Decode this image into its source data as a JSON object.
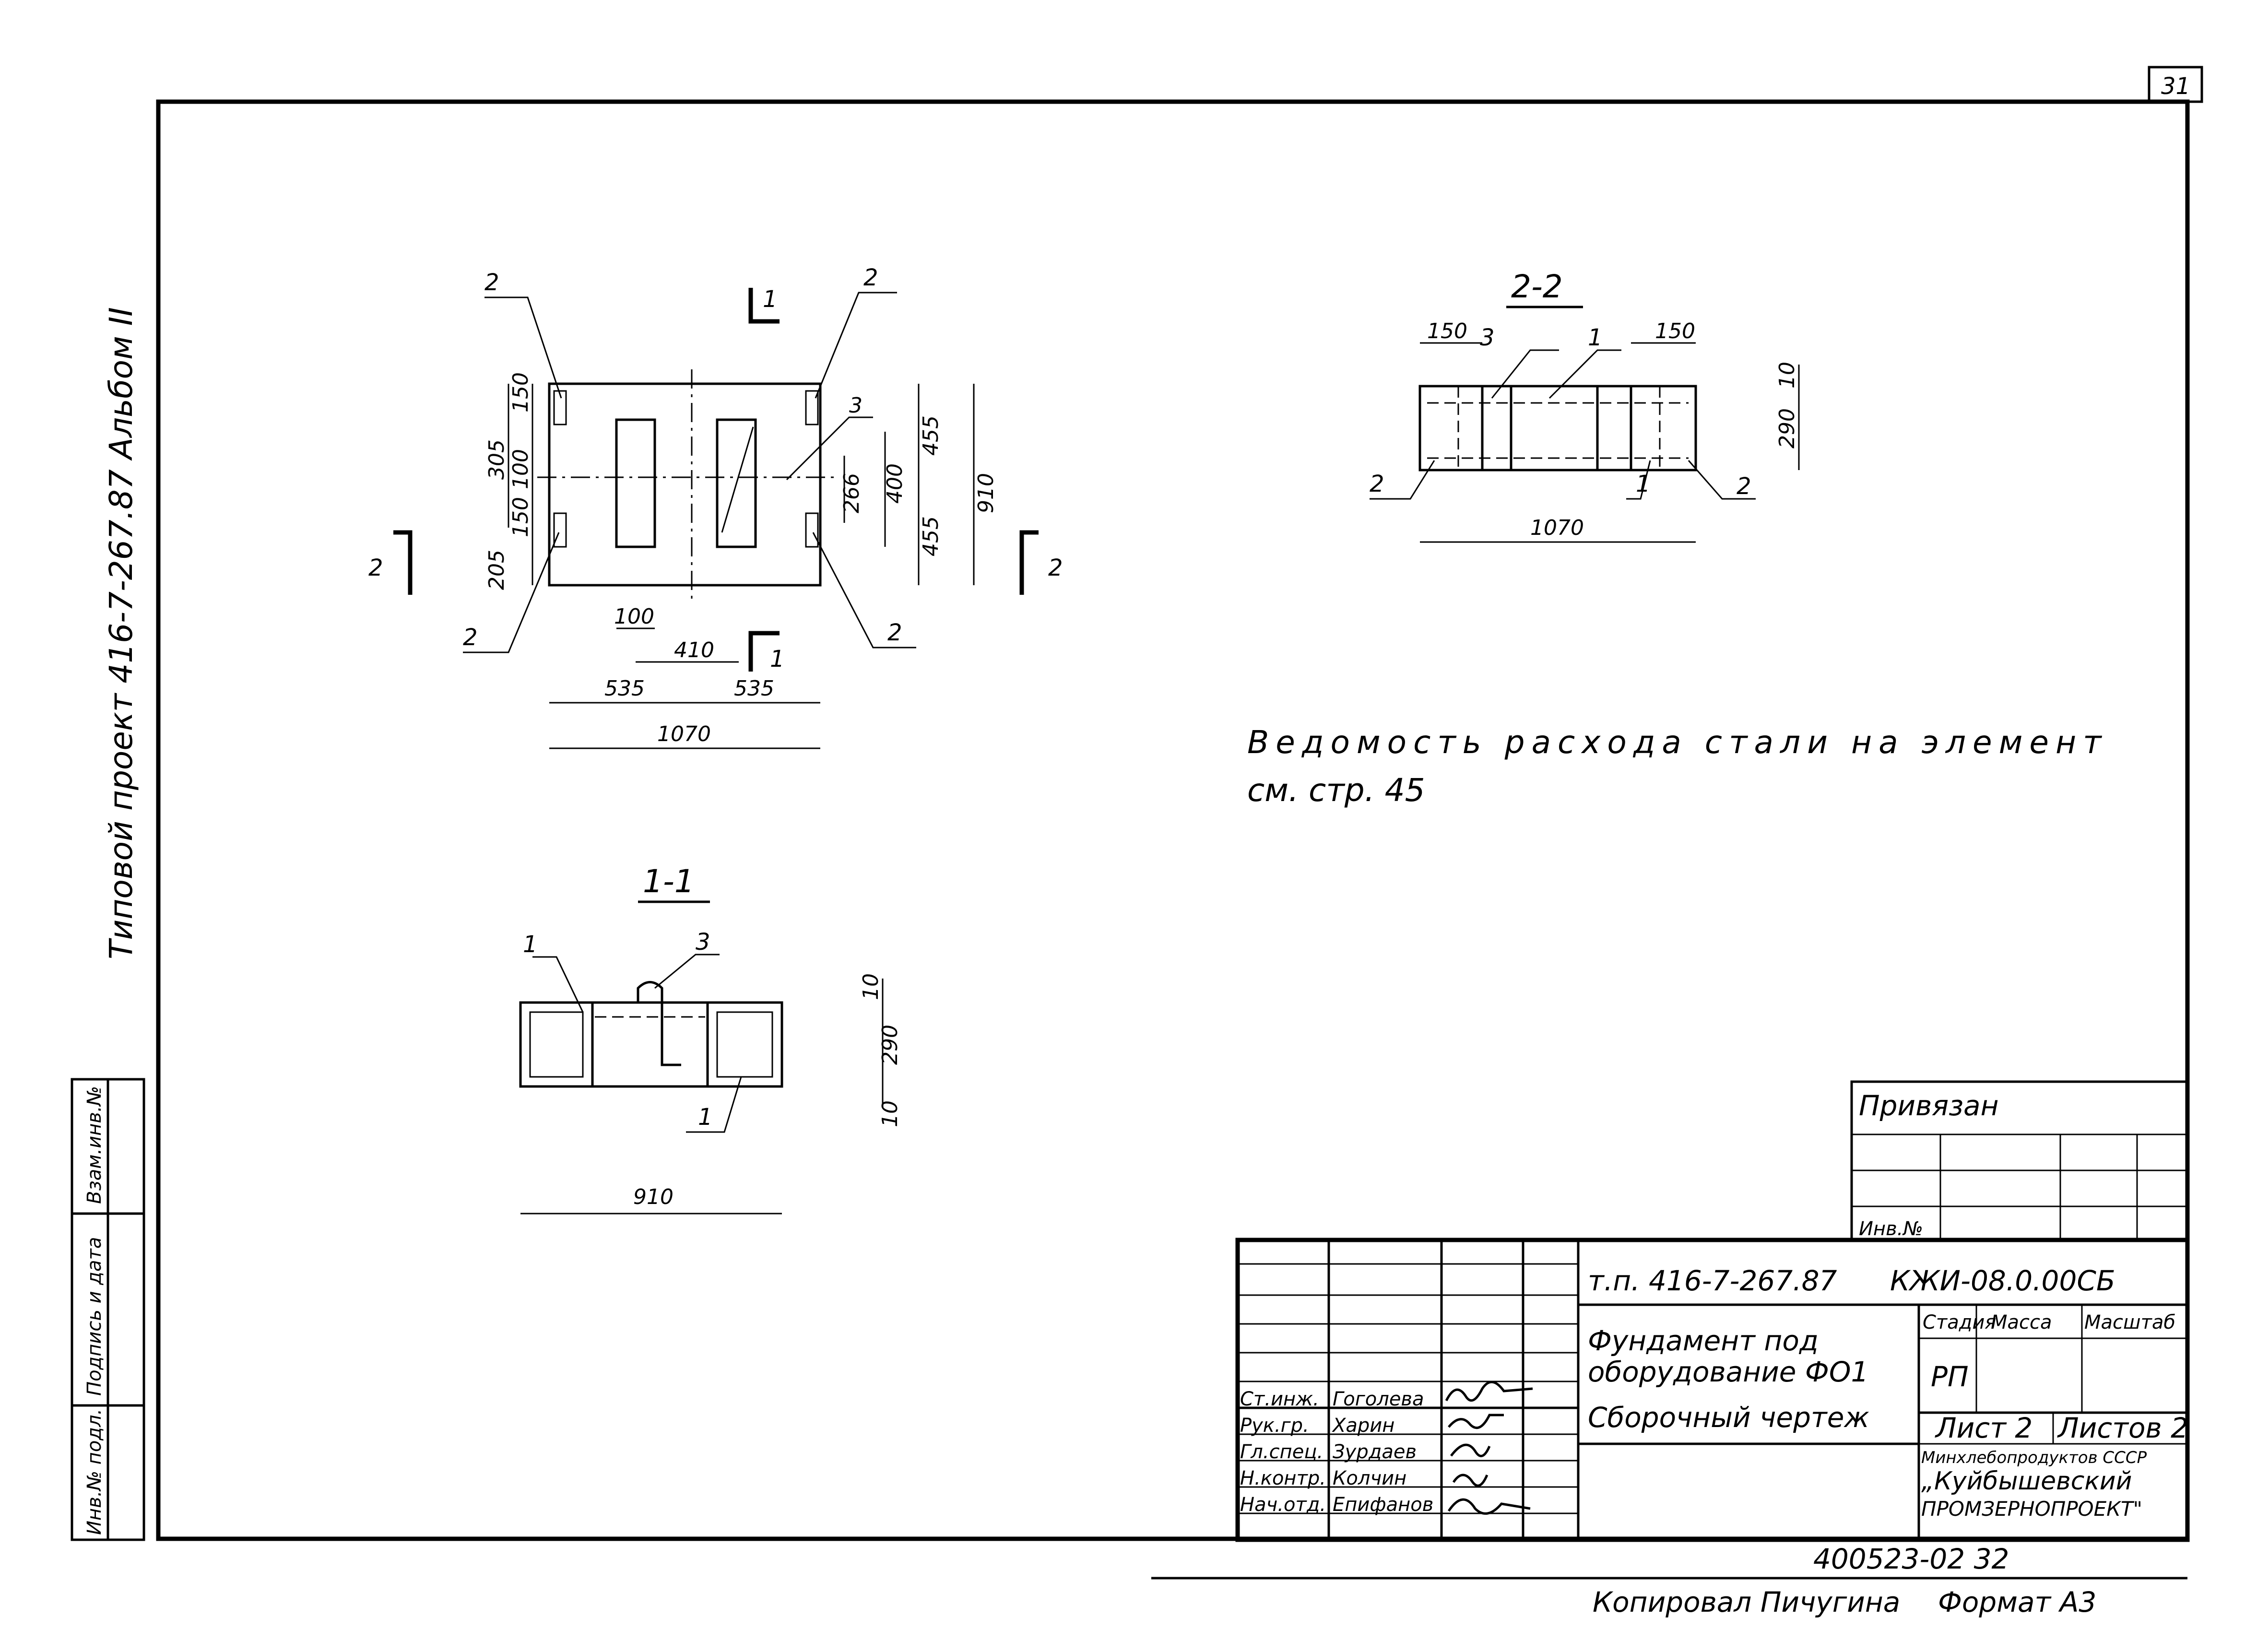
{
  "sheet_number": "31",
  "side_stamp": "Типовой проект 416-7-267.87 Альбом II",
  "left_strip": {
    "cells": [
      "Инв.№ подл.",
      "Подпись и дата",
      "Взам.инв.№"
    ]
  },
  "plan_view": {
    "section_mark": "1",
    "section_mark_side": "2",
    "callouts": [
      "2",
      "2",
      "2",
      "2",
      "3"
    ],
    "dims_left": [
      "150",
      "305",
      "100",
      "150",
      "205"
    ],
    "dims_right": [
      "266",
      "400",
      "455",
      "455",
      "910"
    ],
    "dims_bottom": [
      "100",
      "410",
      "535",
      "535",
      "1070"
    ]
  },
  "section_2_2": {
    "title": "2-2",
    "callouts": [
      "3",
      "1",
      "2",
      "1",
      "2"
    ],
    "dims": [
      "150",
      "150",
      "10",
      "290",
      "1070"
    ]
  },
  "section_1_1": {
    "title": "1-1",
    "callouts": [
      "1",
      "3",
      "1"
    ],
    "dims": [
      "10",
      "290",
      "10",
      "910"
    ]
  },
  "note": {
    "line1": "Ведомость расхода стали на элемент",
    "line2": "см. стр. 45"
  },
  "binding_box": {
    "title": "Привязан",
    "inv": "Инв.№"
  },
  "title_block": {
    "doc_code": "т.п. 416-7-267.87",
    "mark": "КЖИ-08.0.00СБ",
    "title_lines": [
      "Фундамент под",
      "оборудование ФО1",
      "Сборочный чертеж"
    ],
    "stage_header": "Стадия",
    "mass_header": "Масса",
    "scale_header": "Масштаб",
    "stage_value": "РП",
    "sheet_label": "Лист 2",
    "sheets_label": "Листов 2",
    "org_lines": [
      "Минхлебопродуктов СССР",
      "„Куйбышевский",
      "ПРОМЗЕРНОПРОЕКТ\""
    ],
    "roles": [
      {
        "role": "Ст.инж.",
        "name": "Гоголева"
      },
      {
        "role": "Рук.гр.",
        "name": "Харин"
      },
      {
        "role": "Гл.спец.",
        "name": "Зурдаев"
      },
      {
        "role": "Н.контр.",
        "name": "Колчин"
      },
      {
        "role": "Нач.отд.",
        "name": "Епифанов"
      }
    ]
  },
  "footer": {
    "number": "400523-02 32",
    "copied": "Копировал Пичугина",
    "format": "Формат А3"
  }
}
